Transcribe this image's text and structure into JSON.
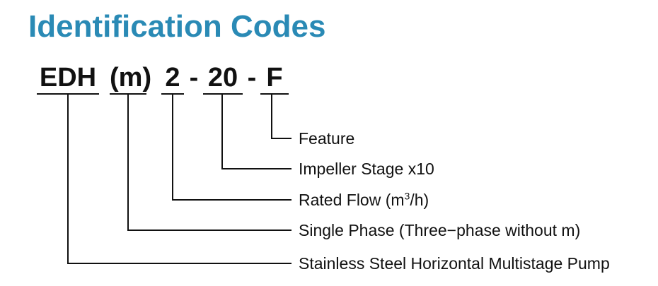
{
  "title": "Identification Codes",
  "codes": {
    "edh": "EDH",
    "m": "(m)",
    "flow": "2",
    "dash1": "-",
    "stage": "20",
    "dash2": "-",
    "feature": "F"
  },
  "labels": {
    "feature": "Feature",
    "stage": "Impeller Stage x10",
    "flow_prefix": "Rated Flow (m",
    "flow_sup": "3",
    "flow_suffix": "/h)",
    "phase": "Single Phase (Three−phase without m)",
    "pump": "Stainless Steel Horizontal Multistage Pump"
  }
}
